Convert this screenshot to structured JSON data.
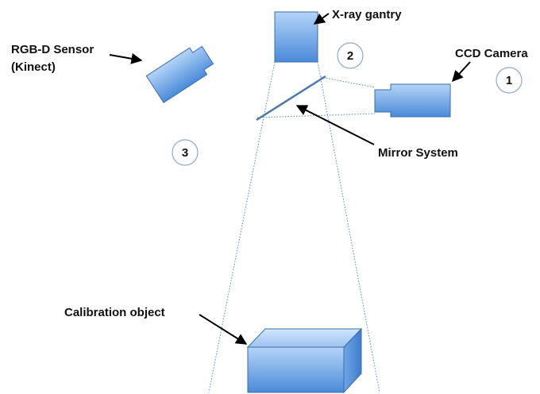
{
  "labels": {
    "xray_gantry": "X-ray gantry",
    "rgbd_sensor_line1": "RGB-D Sensor",
    "rgbd_sensor_line2": "(Kinect)",
    "ccd_camera": "CCD Camera",
    "mirror_system": "Mirror System",
    "calibration_object": "Calibration object"
  },
  "markers": {
    "ccd_camera": "1",
    "xray_gantry": "2",
    "rgbd_sensor": "3"
  },
  "colors": {
    "device_fill_light": "#a9ccf5",
    "device_fill_dark": "#4d8ddb",
    "device_stroke": "#3a6ea8",
    "beam_dotted": "#5a86b8",
    "mirror": "#4c78a8"
  }
}
